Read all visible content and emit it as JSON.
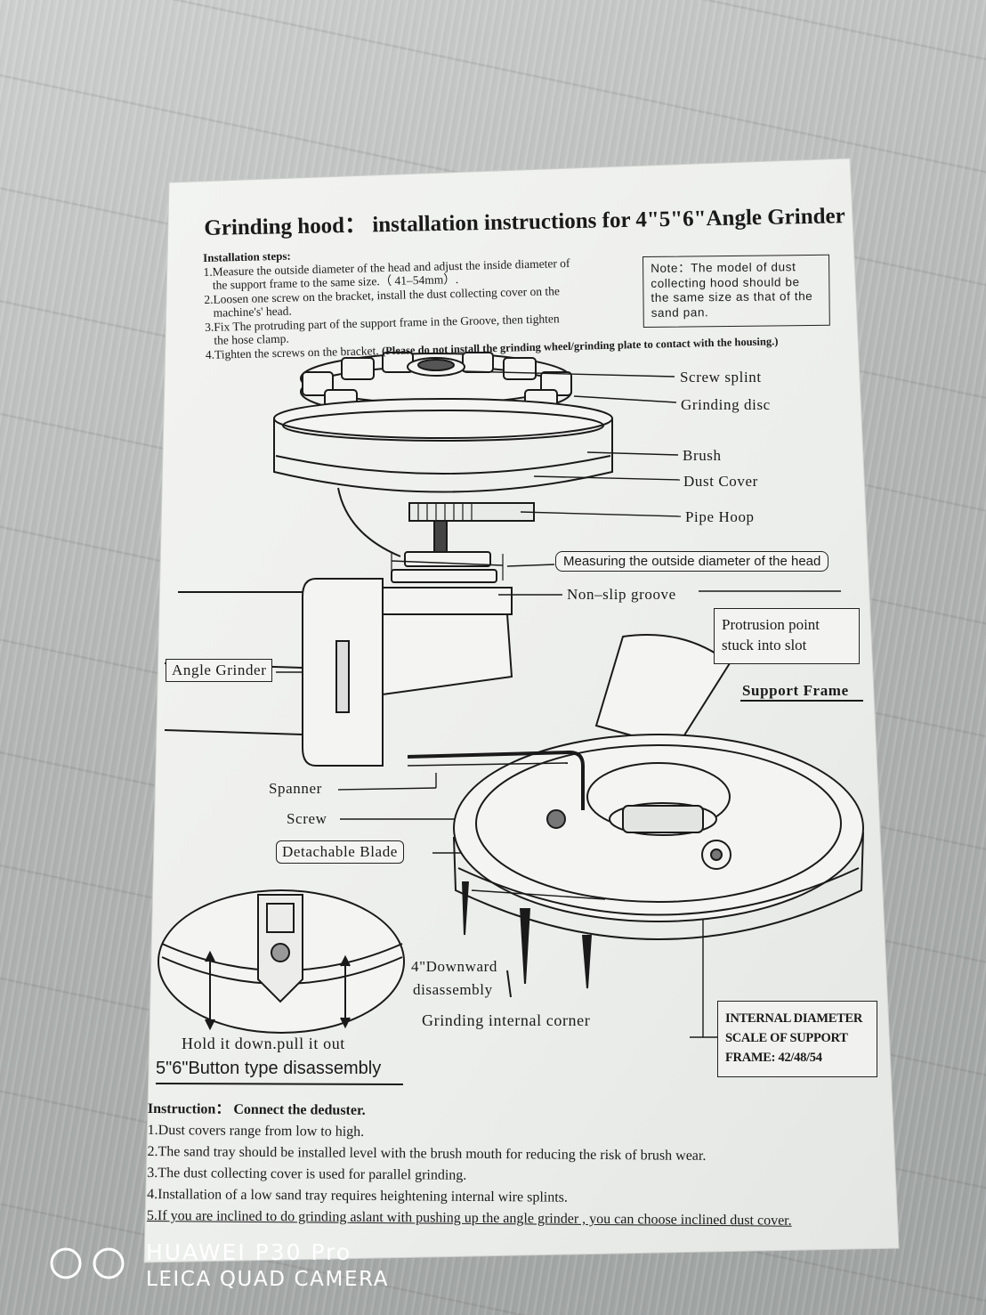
{
  "title": "Grinding hood： installation instructions for 4\"5\"6\"Angle Grinder",
  "installation": {
    "heading": "Installation steps:",
    "lines": [
      "1.Measure the outside diameter of the head and adjust the inside diameter of",
      "the support frame to the same size.（ 41–54mm）.",
      "2.Loosen one screw on the bracket,  install the dust collecting cover on the",
      "machine's' head.",
      "3.Fix The protruding part of the support frame in the Groove, then tighten",
      "the hose clamp.",
      "4.Tighten the screws on the bracket."
    ],
    "warning": "(Please do not install the grinding wheel/grinding plate to contact with the housing.)"
  },
  "note": "Note：The model of dust collecting hood should be the same size as that of the sand pan.",
  "labels": {
    "screw_splint": "Screw splint",
    "grinding_disc": "Grinding disc",
    "brush": "Brush",
    "dust_cover": "Dust Cover",
    "pipe_hoop": "Pipe Hoop",
    "measuring": "Measuring the outside diameter of the head",
    "non_slip_groove": "Non–slip groove",
    "protrusion": "Protrusion point stuck into slot",
    "angle_grinder": "Angle Grinder",
    "support_frame": "Support Frame",
    "spanner": "Spanner",
    "screw": "Screw",
    "detachable_blade": "Detachable Blade",
    "downward_1": "4\"Downward",
    "downward_2": "disassembly",
    "grinding_corner": "Grinding internal corner",
    "internal_diameter": "INTERNAL DIAMETER SCALE OF SUPPORT FRAME: 42/48/54",
    "hold_down": "Hold it down.pull it out",
    "button_type": "5\"6\"Button type disassembly"
  },
  "instruction": {
    "heading": "Instruction： Connect the deduster.",
    "items": [
      "1.Dust covers range from low to high.",
      "2.The sand tray should be installed level with the brush mouth for reducing the risk of brush wear.",
      "3.The dust collecting cover is used for parallel grinding.",
      "4.Installation of a low sand tray requires heightening internal wire splints.",
      "5.If you are inclined to do grinding aslant with pushing up the angle grinder , you can choose inclined dust cover."
    ]
  },
  "camera": {
    "line1": "HUAWEI P30 Pro",
    "line2": "LEICA QUAD CAMERA"
  }
}
